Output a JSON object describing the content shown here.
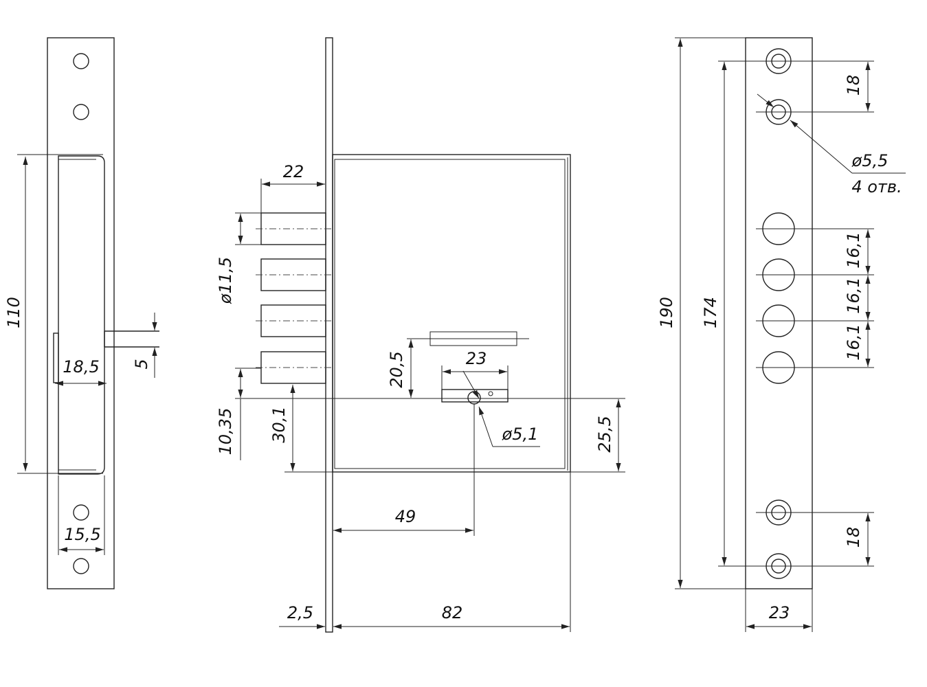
{
  "front_view": {
    "height_label": "110",
    "case_width_label": "18,5",
    "faceplate_width_label": "15,5",
    "bolt_offset_label": "5"
  },
  "side_view": {
    "bolt_length_label": "22",
    "bolt_diameter_label": "ø11,5",
    "latch_height_label": "20,5",
    "latch_width_label": "23",
    "bolt_bottom_label": "10,35",
    "bolt_to_bottom_label": "30,1",
    "spindle_diameter_label": "ø5,1",
    "spindle_height_label": "25,5",
    "backset_label": "49",
    "plate_thickness_label": "2,5",
    "case_depth_label": "82"
  },
  "strike_plate": {
    "hole_spacing_top_label": "18",
    "screw_hole_label": "ø5,5",
    "screw_hole_count_label": "4 отв.",
    "bolt_spacing_1_label": "16,1",
    "bolt_spacing_2_label": "16,1",
    "bolt_spacing_3_label": "16,1",
    "hole_spacing_bottom_label": "18",
    "total_height_label": "190",
    "hole_span_label": "174",
    "width_label": "23"
  }
}
